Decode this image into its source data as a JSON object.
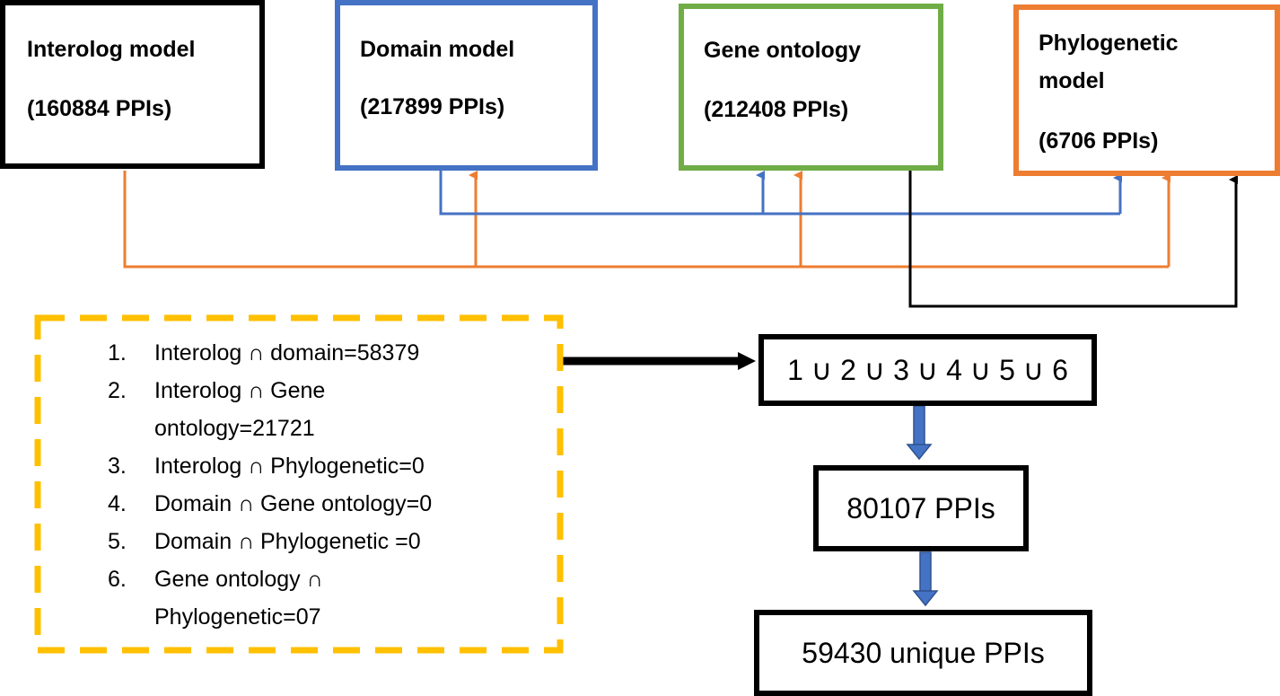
{
  "models": [
    {
      "title": "Interolog model",
      "count": "(160884 PPIs)",
      "color": "#000000"
    },
    {
      "title": "Domain model",
      "count": "(217899 PPIs)",
      "color": "#4472C4"
    },
    {
      "title": "Gene ontology",
      "count": "(212408 PPIs)",
      "color": "#70AD47"
    },
    {
      "title_line1": "Phylogenetic",
      "title_line2": "model",
      "count": "(6706 PPIs)",
      "color": "#ED7D31"
    }
  ],
  "connector_colors": {
    "orange": "#ED7D31",
    "blue": "#4472C4",
    "black": "#000000"
  },
  "dashed_box_color": "#FFC000",
  "intersections": [
    {
      "num": "1.",
      "line1": "Interolog ∩ domain=58379",
      "line2": ""
    },
    {
      "num": "2.",
      "line1": "Interolog ∩ Gene",
      "line2": "ontology=21721"
    },
    {
      "num": "3.",
      "line1": "Interolog ∩ Phylogenetic=0",
      "line2": ""
    },
    {
      "num": "4.",
      "line1": "Domain ∩ Gene ontology=0",
      "line2": ""
    },
    {
      "num": "5.",
      "line1": "Domain ∩ Phylogenetic =0",
      "line2": ""
    },
    {
      "num": "6.",
      "line1": "Gene ontology ∩",
      "line2": "Phylogenetic=07"
    }
  ],
  "results": {
    "union": "1 ∪ 2 ∪ 3 ∪ 4 ∪ 5 ∪ 6",
    "total": "80107 PPIs",
    "unique": "59430 unique PPIs"
  }
}
